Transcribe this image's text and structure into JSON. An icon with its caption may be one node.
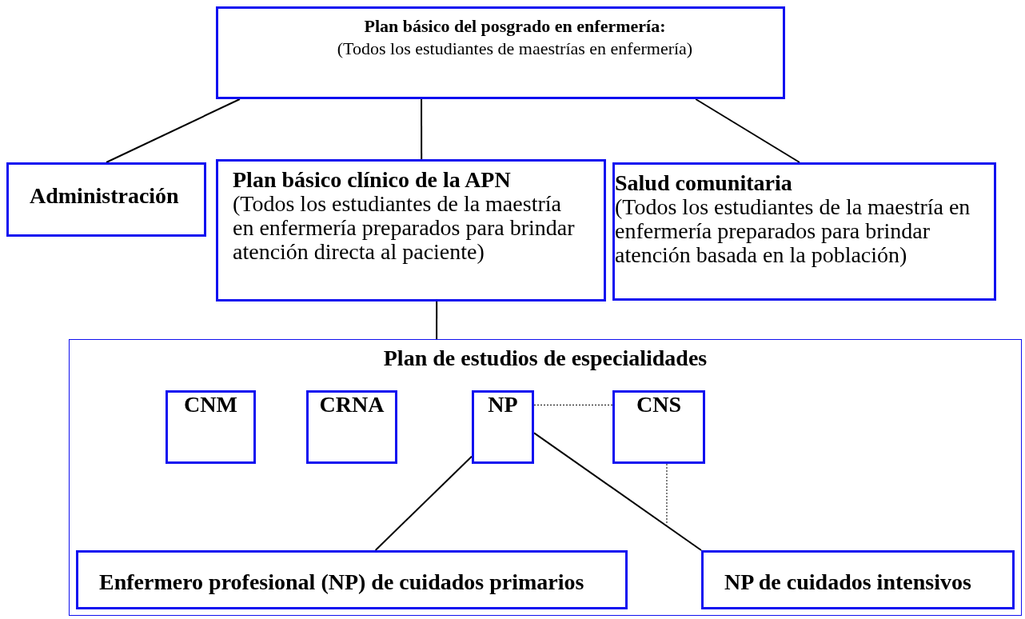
{
  "diagram": {
    "nodes": [
      {
        "text": [
          "Plan básico del posgrado en enfermería:",
          "(Todos los estudiantes de maestrías en enfermería)"
        ]
      },
      {
        "text": [
          "Administración"
        ]
      },
      {
        "text": [
          "Plan básico clínico de la APN",
          "(Todos los estudiantes de la maestría en enfermería preparados para brindar atención directa al paciente)"
        ]
      },
      {
        "text": [
          "Salud comunitaria",
          "(Todos los estudiantes de la maestría en enfermería preparados para brindar atención basada en la población)"
        ]
      },
      {
        "text": [
          "Plan de estudios de especialidades"
        ]
      },
      {
        "text": [
          "CNM"
        ],
        "in": 4
      },
      {
        "text": [
          "CRNA"
        ],
        "in": 4
      },
      {
        "text": [
          "NP"
        ],
        "in": 4
      },
      {
        "text": [
          "CNS"
        ],
        "in": 4
      },
      {
        "text": [
          "Enfermero profesional (NP) de cuidados primarios"
        ],
        "in": 4
      },
      {
        "text": [
          "NP de cuidados intensivos"
        ],
        "in": 4
      }
    ],
    "edges": [
      {
        "from": 0,
        "to": 1,
        "arrow": "none"
      },
      {
        "from": 0,
        "to": 2,
        "arrow": "none"
      },
      {
        "from": 0,
        "to": 3,
        "arrow": "none"
      },
      {
        "from": 2,
        "to": 4,
        "arrow": "none"
      },
      {
        "from": 7,
        "to": 9,
        "arrow": "none"
      },
      {
        "from": 7,
        "to": 10,
        "arrow": "none"
      },
      {
        "from": 7,
        "to": 8,
        "arrow": "none",
        "style": "dashed"
      },
      {
        "from": 8,
        "to": null,
        "arrow": "none",
        "style": "dashed"
      }
    ]
  }
}
